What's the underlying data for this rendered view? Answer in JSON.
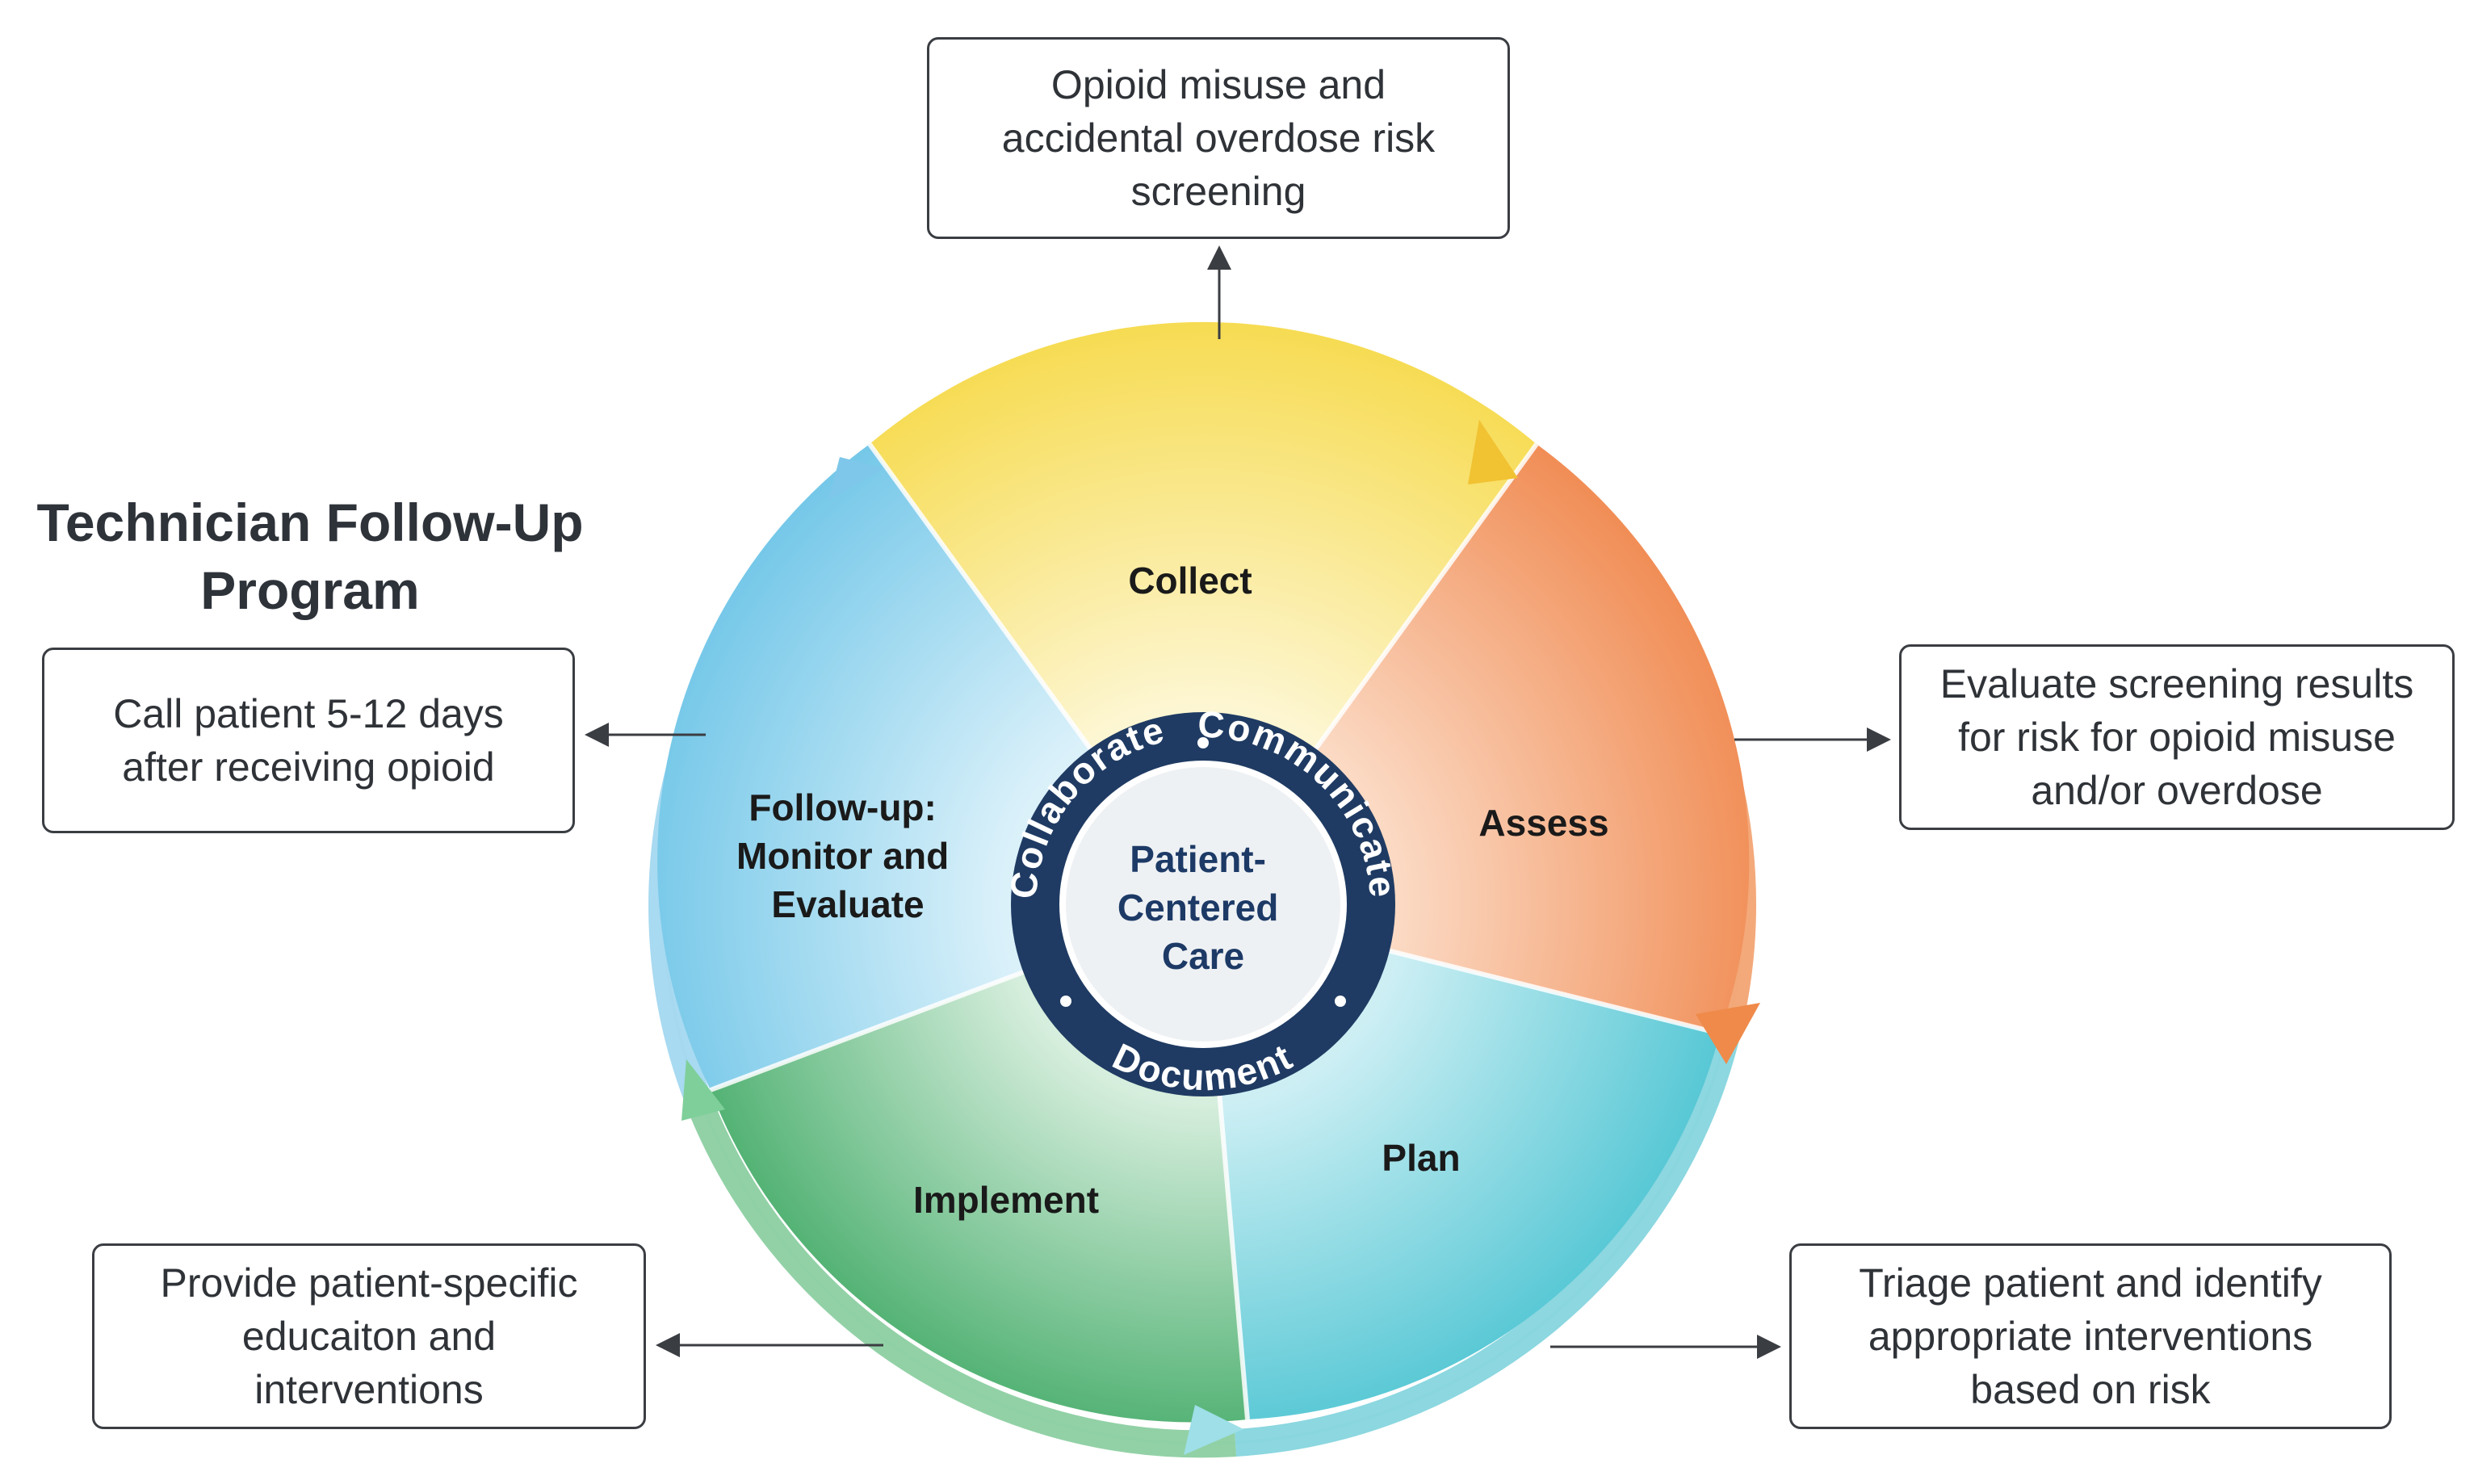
{
  "title_lines": [
    "Technician Follow-Up",
    "Program"
  ],
  "center": {
    "lines": [
      "Patient-",
      "Centered",
      "Care"
    ],
    "ring_words": [
      "Collaborate",
      "Communicate",
      "Document"
    ],
    "ring_color": "#1f3b63"
  },
  "segments": [
    {
      "id": "collect",
      "lines": [
        "Collect"
      ],
      "color_outer": "#f5d638",
      "color_inner": "#fdf6d2"
    },
    {
      "id": "assess",
      "lines": [
        "Assess"
      ],
      "color_outer": "#ee7a3a",
      "color_inner": "#fbd9c3"
    },
    {
      "id": "plan",
      "lines": [
        "Plan"
      ],
      "color_outer": "#2bb9c9",
      "color_inner": "#cdeff4"
    },
    {
      "id": "implement",
      "lines": [
        "Implement"
      ],
      "color_outer": "#1e9a4a",
      "color_inner": "#d6eedd"
    },
    {
      "id": "followup",
      "lines": [
        "Follow-up:",
        "Monitor and",
        "Evaluate"
      ],
      "color_outer": "#5bbde4",
      "color_inner": "#dbf1fa"
    }
  ],
  "boxes": {
    "top": [
      "Opioid misuse and",
      "accidental overdose risk",
      "screening"
    ],
    "left": [
      "Call patient 5-12 days",
      "after receiving opioid"
    ],
    "right": [
      "Evaluate screening results",
      "for risk for opioid misuse",
      "and/or overdose"
    ],
    "bottom_left": [
      "Provide patient-specific",
      "educaiton and",
      "interventions"
    ],
    "bottom_right": [
      "Triage patient and identify",
      "appropriate interventions",
      "based on risk"
    ]
  }
}
